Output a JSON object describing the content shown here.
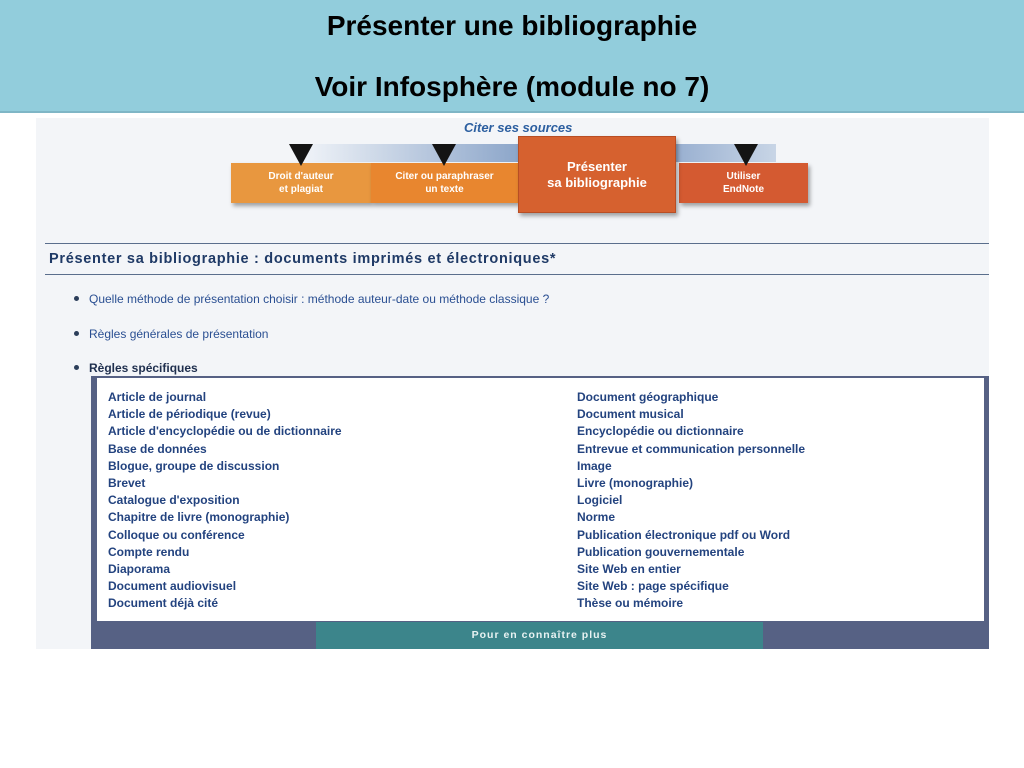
{
  "slide": {
    "title_line1": "Présenter une bibliographie",
    "title_line2": "Voir Infosphère (module no 7)"
  },
  "nav": {
    "caption": "Citer ses sources",
    "steps": [
      {
        "line1": "Droit d'auteur",
        "line2": "et plagiat"
      },
      {
        "line1": "Citer ou paraphraser",
        "line2": "un texte"
      },
      {
        "line1": "Présenter",
        "line2": "sa bibliographie"
      },
      {
        "line1": "Utiliser",
        "line2": "EndNote"
      }
    ]
  },
  "section": {
    "heading": "Présenter sa bibliographie : documents imprimés et électroniques*",
    "bullets": [
      "Quelle méthode de présentation choisir : méthode auteur-date ou méthode classique ?",
      "Règles générales de présentation",
      "Règles spécifiques"
    ]
  },
  "rules": {
    "left": [
      "Article de journal",
      "Article de périodique (revue)",
      "Article d'encyclopédie ou de dictionnaire",
      "Base de données",
      "Blogue, groupe de discussion",
      "Brevet",
      "Catalogue d'exposition",
      "Chapitre de livre (monographie)",
      "Colloque ou conférence",
      "Compte rendu",
      "Diaporama",
      "Document audiovisuel",
      "Document déjà cité"
    ],
    "right": [
      "Document géographique",
      "Document musical",
      "Encyclopédie ou dictionnaire",
      "Entrevue et communication personnelle",
      "Image",
      "Livre (monographie)",
      "Logiciel",
      "Norme",
      "Publication électronique pdf ou Word",
      "Publication gouvernementale",
      "Site Web en entier",
      "Site Web : page spécifique",
      "Thèse ou mémoire"
    ],
    "more_label": "Pour en connaître plus"
  },
  "colors": {
    "header_bg": "#92cddc",
    "step_orange": "#e8973f",
    "step_active": "#d6612f",
    "link_blue": "#23437f",
    "panel_border": "#566184",
    "button_teal": "#3c858b"
  }
}
